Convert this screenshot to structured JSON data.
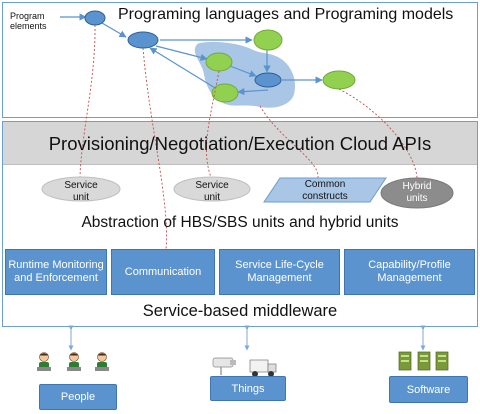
{
  "top": {
    "title": "Programing languages and Programing models",
    "program_elements_label": "Program elements"
  },
  "cloud_apis": {
    "title": "Provisioning/Negotiation/Execution Cloud APIs"
  },
  "units": {
    "service_unit_1": "Service unit",
    "service_unit_2": "Service unit",
    "common_constructs": "Common constructs",
    "hybrid_units": "Hybrid units"
  },
  "abstraction": {
    "title": "Abstraction of HBS/SBS units and hybrid units"
  },
  "middleware": {
    "title": "Service-based middleware",
    "modules": [
      "Runtime Monitoring and Enforcement",
      "Communication",
      "Service Life-Cycle Management",
      "Capability/Profile Management"
    ]
  },
  "groups": {
    "people": "People",
    "things": "Things",
    "software": "Software"
  },
  "colors": {
    "module_blue": "#5b93cf",
    "node_green": "#92d050",
    "node_blue": "#5b93cf",
    "connector_red": "#c0504d",
    "api_band_gray": "#d6d6d6"
  },
  "icons": [
    "person-icon",
    "camera-icon",
    "truck-icon",
    "server-icon"
  ]
}
